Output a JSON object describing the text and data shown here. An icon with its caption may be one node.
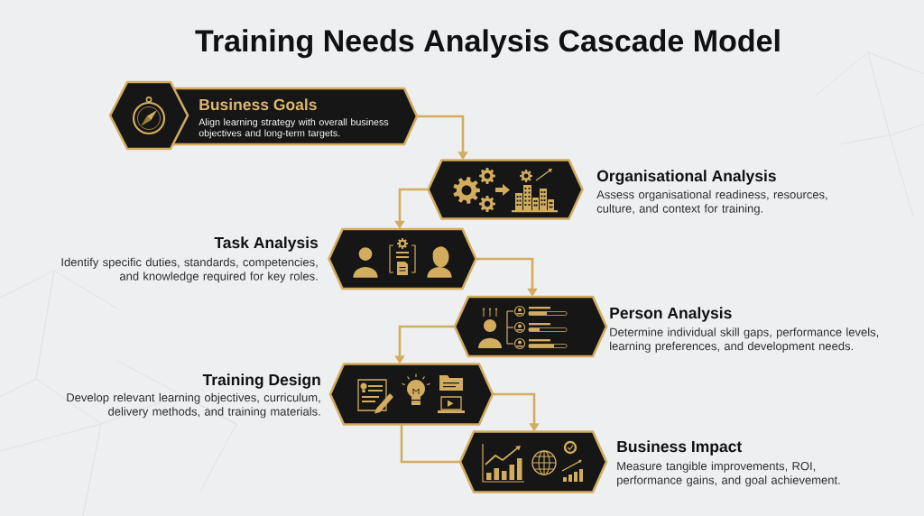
{
  "diagram": {
    "title": "Training Needs Analysis Cascade Model",
    "nodes": [
      {
        "text": [
          "Business Goals",
          "Align learning strategy with overall business objectives and long-term targets."
        ]
      },
      {
        "text": [
          "Organisational Analysis",
          "Assess organisational readiness, resources, culture, and context for training."
        ]
      },
      {
        "text": [
          "Task Analysis",
          "Identify specific duties, standards, competencies, and knowledge required for key roles."
        ]
      },
      {
        "text": [
          "Person Analysis",
          "Determine individual skill gaps, performance levels, learning preferences, and development needs."
        ]
      },
      {
        "text": [
          "Training Design",
          "Develop relevant learning objectives, curriculum, delivery methods, and training materials."
        ]
      },
      {
        "text": [
          "Business Impact",
          "Measure tangible improvements, ROI, performance gains, and goal achievement."
        ]
      }
    ],
    "edges": [
      {
        "from": 0,
        "to": 1,
        "arrow": "to"
      },
      {
        "from": 1,
        "to": 2,
        "arrow": "to"
      },
      {
        "from": 2,
        "to": 3,
        "arrow": "to"
      },
      {
        "from": 3,
        "to": 4,
        "arrow": "to"
      },
      {
        "from": 4,
        "to": 5,
        "arrow": "to"
      },
      {
        "from": 4,
        "to": 5,
        "arrow": "none"
      }
    ]
  }
}
